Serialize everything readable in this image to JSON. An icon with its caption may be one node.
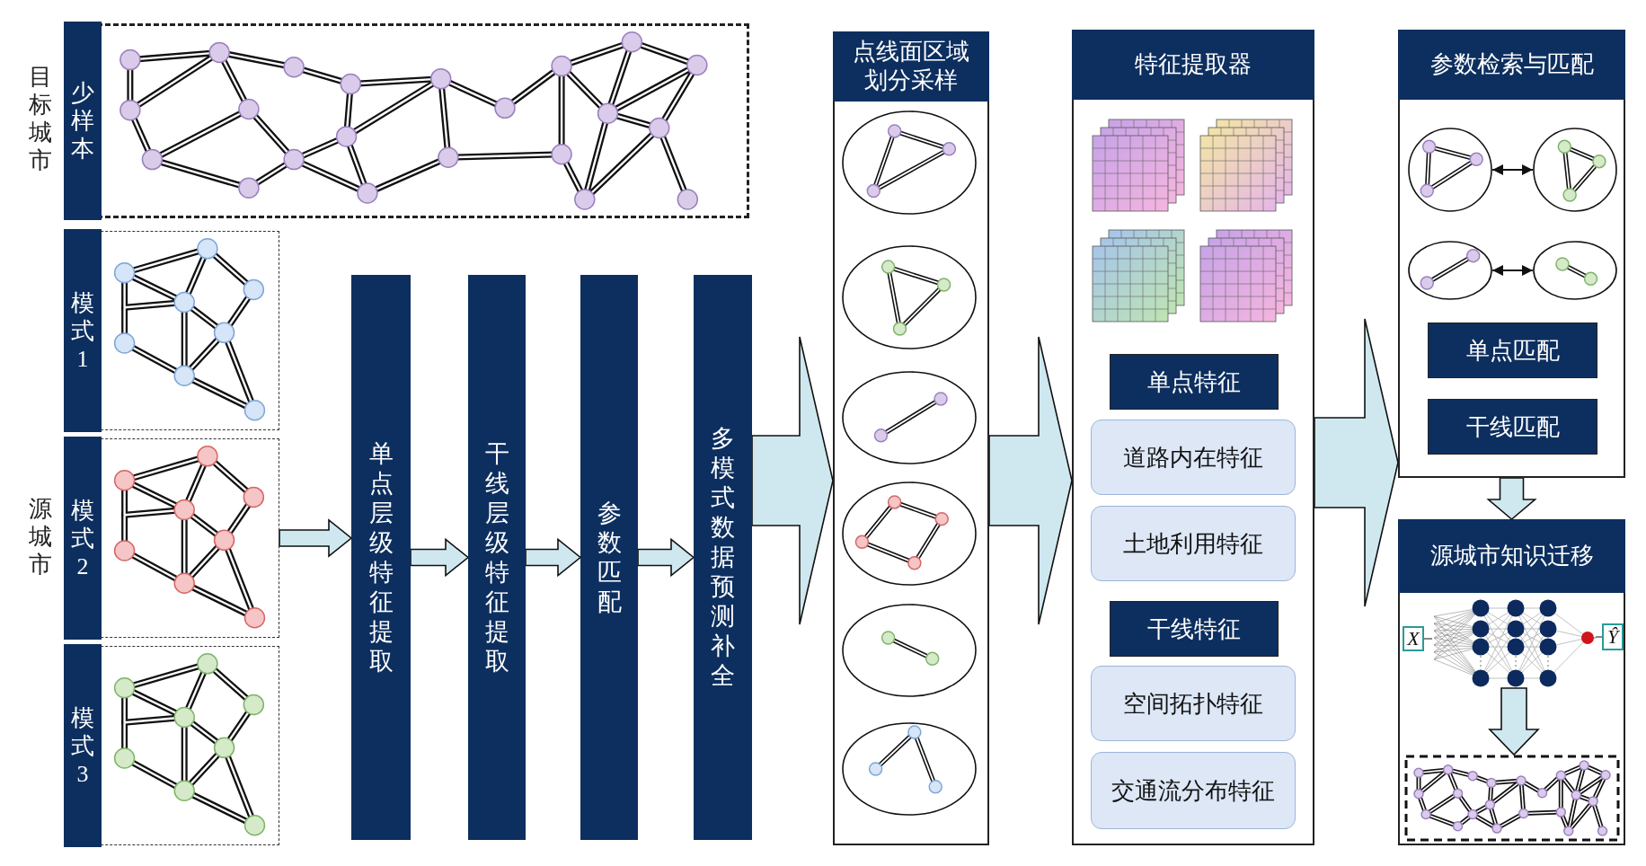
{
  "diagram": {
    "nodes": [
      {
        "text": [
          "少样本"
        ]
      },
      {
        "text": [
          "模式1"
        ]
      },
      {
        "text": [
          "模式2"
        ]
      },
      {
        "text": [
          "模式3"
        ]
      },
      {
        "text": [
          "单点层级特征提取"
        ]
      },
      {
        "text": [
          "干线层级特征提取"
        ]
      },
      {
        "text": [
          "参数匹配"
        ]
      },
      {
        "text": [
          "多模式数据预测补全"
        ]
      },
      {
        "text": [
          "点线面区域划分采样"
        ]
      },
      {
        "text": [],
        "shape": "picture",
        "in": 8
      },
      {
        "text": [],
        "shape": "picture",
        "in": 8
      },
      {
        "text": [],
        "shape": "picture",
        "in": 8
      },
      {
        "text": [],
        "shape": "picture",
        "in": 8
      },
      {
        "text": [],
        "shape": "picture",
        "in": 8
      },
      {
        "text": [],
        "shape": "picture",
        "in": 8
      },
      {
        "text": [
          "特征提取器"
        ]
      },
      {
        "text": [
          "单点特征"
        ],
        "in": 15
      },
      {
        "text": [
          "道路内在特征"
        ],
        "in": 15
      },
      {
        "text": [
          "土地利用特征"
        ],
        "in": 15
      },
      {
        "text": [
          "干线特征"
        ],
        "in": 15
      },
      {
        "text": [
          "空间拓扑特征"
        ],
        "in": 15
      },
      {
        "text": [
          "交通流分布特征"
        ],
        "in": 15
      },
      {
        "text": [
          "参数检索与匹配"
        ]
      },
      {
        "text": [],
        "shape": "picture",
        "in": 22
      },
      {
        "text": [],
        "shape": "picture",
        "in": 22
      },
      {
        "text": [],
        "shape": "picture",
        "in": 22
      },
      {
        "text": [],
        "shape": "picture",
        "in": 22
      },
      {
        "text": [
          "单点匹配"
        ],
        "in": 22
      },
      {
        "text": [
          "干线匹配"
        ],
        "in": 22
      },
      {
        "text": [
          "源城市知识迁移"
        ]
      },
      {
        "text": [
          "X"
        ],
        "in": 29
      },
      {
        "text": [],
        "shape": "picture",
        "in": 29
      },
      {
        "text": [
          "Ŷ"
        ],
        "in": 29
      },
      {
        "text": [],
        "shape": "picture",
        "in": 29
      }
    ],
    "edges": [
      {
        "from": 2,
        "to": 4,
        "arrow": "to"
      },
      {
        "from": 4,
        "to": 5,
        "arrow": "to"
      },
      {
        "from": 5,
        "to": 6,
        "arrow": "to"
      },
      {
        "from": 6,
        "to": 7,
        "arrow": "to"
      },
      {
        "from": 7,
        "to": 8,
        "arrow": "to"
      },
      {
        "from": 8,
        "to": 15,
        "arrow": "to"
      },
      {
        "from": 15,
        "to": 22,
        "arrow": "to"
      },
      {
        "from": 23,
        "to": 24,
        "arrow": "both"
      },
      {
        "from": 25,
        "to": 26,
        "arrow": "both"
      },
      {
        "from": 22,
        "to": 29,
        "arrow": "to"
      },
      {
        "from": 30,
        "to": 31,
        "arrow": "none"
      },
      {
        "from": 31,
        "to": 32,
        "arrow": "none"
      },
      {
        "from": 31,
        "to": 33,
        "arrow": "to"
      }
    ],
    "labels": [
      "目标城市",
      "源城市"
    ]
  }
}
